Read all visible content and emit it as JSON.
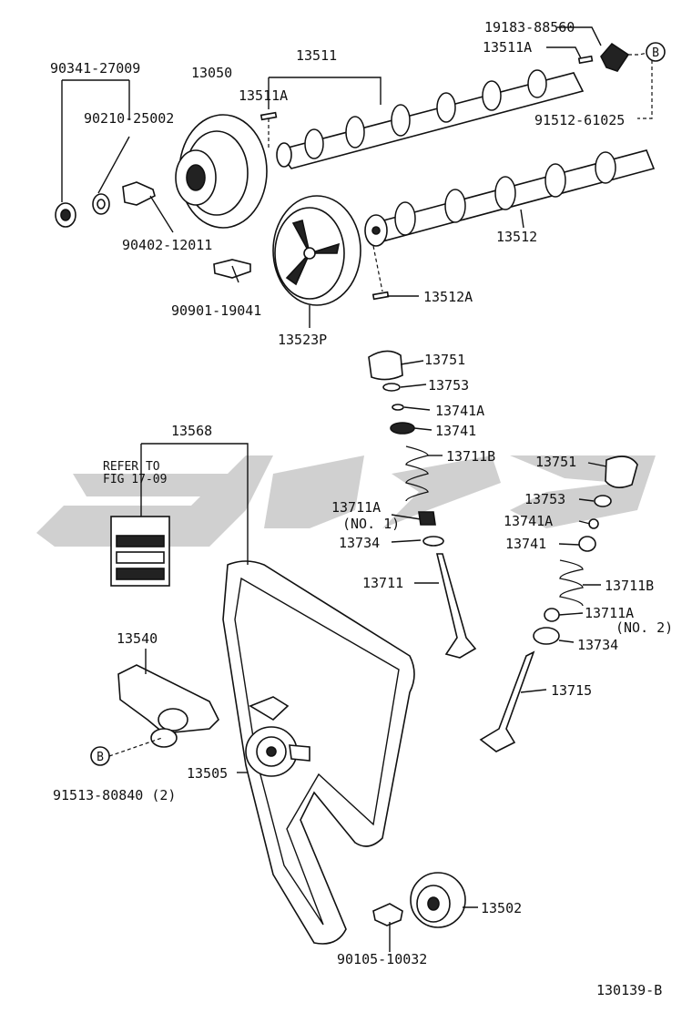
{
  "diagram_id": "130139-B",
  "ref_circle": "B",
  "reference_note": [
    "REFER TO",
    "FIG 17-09"
  ],
  "labels": {
    "p19183": "19183-88560",
    "p13511A_top": "13511A",
    "p91512": "91512-61025",
    "p13511": "13511",
    "p13511A_left": "13511A",
    "p90341": "90341-27009",
    "p13050": "13050",
    "p90210": "90210-25002",
    "p90402": "90402-12011",
    "p13512": "13512",
    "p90901": "90901-19041",
    "p13523P": "13523P",
    "p13512A": "13512A",
    "p13751a": "13751",
    "p13753a": "13753",
    "p13741Aa": "13741A",
    "p13741a": "13741",
    "p13568": "13568",
    "p13711Ba": "13711B",
    "p13751b": "13751",
    "p13711Aa": "13711A",
    "p13711Aa_sub": "(NO. 1)",
    "p13753b": "13753",
    "p13741Ab": "13741A",
    "p13734a": "13734",
    "p13741b": "13741",
    "p13711": "13711",
    "p13711Bb": "13711B",
    "p13711Ab": "13711A",
    "p13711Ab_sub": "(NO. 2)",
    "p13540": "13540",
    "p13734b": "13734",
    "p13715": "13715",
    "p13505": "13505",
    "p91513": "91513-80840 (2)",
    "p13502": "13502",
    "p90105": "90105-10032"
  }
}
